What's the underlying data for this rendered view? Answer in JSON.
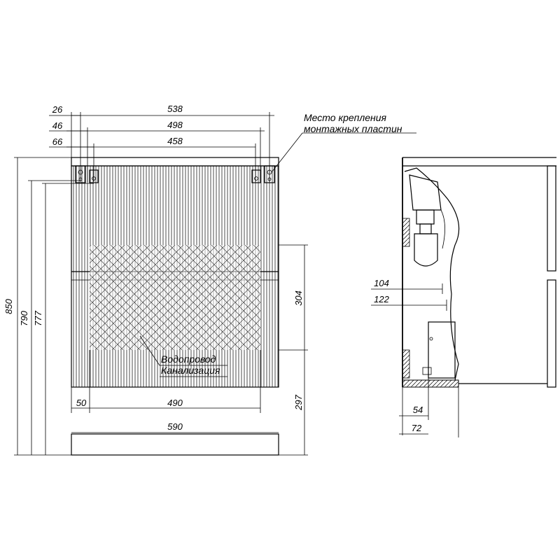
{
  "front_view": {
    "top_dims": [
      "538",
      "498",
      "458"
    ],
    "left_offsets": [
      "26",
      "46",
      "66"
    ],
    "height_dims": [
      "850",
      "790",
      "777"
    ],
    "drawer_dims": [
      "304",
      "297"
    ],
    "bottom_dims": [
      "50",
      "490"
    ],
    "base_width": "590",
    "callout_mounting": [
      "Место крепления",
      "монтажных пластин"
    ],
    "callout_water": "Водопровод",
    "callout_sewer": "Канализация"
  },
  "side_view": {
    "depth_dims": [
      "104",
      "122"
    ],
    "bottom_dims": [
      "54",
      "72"
    ]
  }
}
